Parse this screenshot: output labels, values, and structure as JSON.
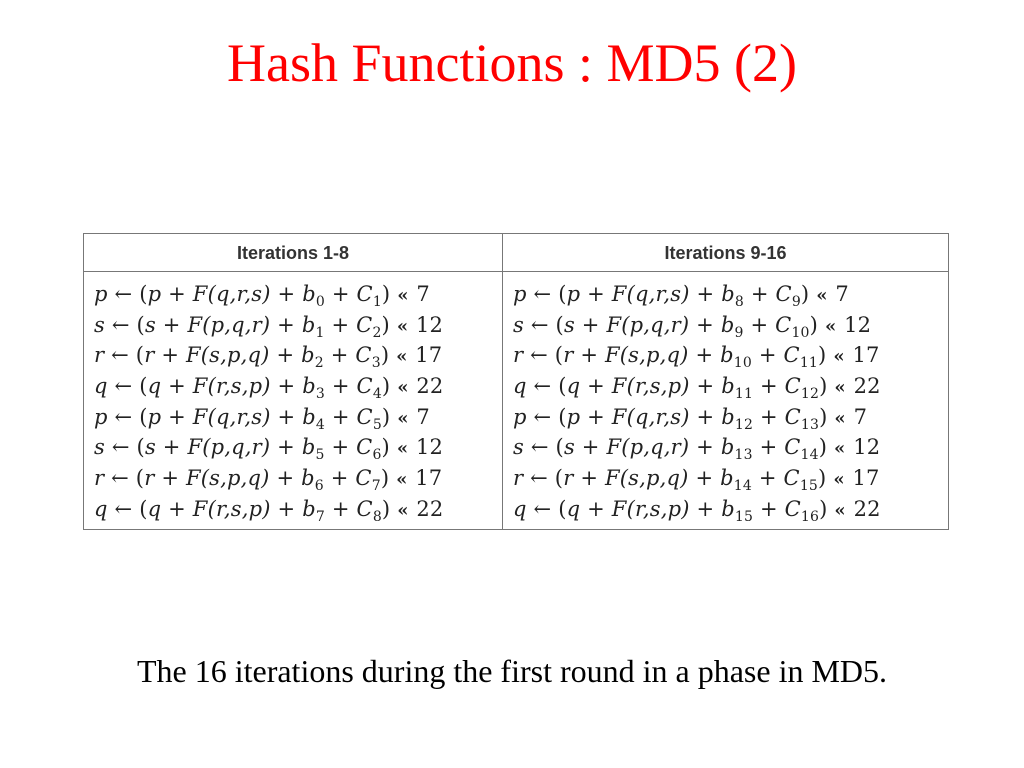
{
  "title": "Hash Functions : MD5 (2)",
  "table": {
    "columns": [
      {
        "header": "Iterations 1-8",
        "rows": [
          {
            "lhs": "p",
            "args": "p + F(q,r,s)",
            "b": "0",
            "c": "1",
            "shift": "7"
          },
          {
            "lhs": "s",
            "args": "s + F(p,q,r)",
            "b": "1",
            "c": "2",
            "shift": "12"
          },
          {
            "lhs": "r",
            "args": "r + F(s,p,q)",
            "b": "2",
            "c": "3",
            "shift": "17"
          },
          {
            "lhs": "q",
            "args": "q + F(r,s,p)",
            "b": "3",
            "c": "4",
            "shift": "22"
          },
          {
            "lhs": "p",
            "args": "p + F(q,r,s)",
            "b": "4",
            "c": "5",
            "shift": "7"
          },
          {
            "lhs": "s",
            "args": "s + F(p,q,r)",
            "b": "5",
            "c": "6",
            "shift": "12"
          },
          {
            "lhs": "r",
            "args": "r + F(s,p,q)",
            "b": "6",
            "c": "7",
            "shift": "17"
          },
          {
            "lhs": "q",
            "args": "q + F(r,s,p)",
            "b": "7",
            "c": "8",
            "shift": "22"
          }
        ]
      },
      {
        "header": "Iterations 9-16",
        "rows": [
          {
            "lhs": "p",
            "args": "p + F(q,r,s)",
            "b": "8",
            "c": "9",
            "shift": "7"
          },
          {
            "lhs": "s",
            "args": "s + F(p,q,r)",
            "b": "9",
            "c": "10",
            "shift": "12"
          },
          {
            "lhs": "r",
            "args": "r + F(s,p,q)",
            "b": "10",
            "c": "11",
            "shift": "17"
          },
          {
            "lhs": "q",
            "args": "q + F(r,s,p)",
            "b": "11",
            "c": "12",
            "shift": "22"
          },
          {
            "lhs": "p",
            "args": "p + F(q,r,s)",
            "b": "12",
            "c": "13",
            "shift": "7"
          },
          {
            "lhs": "s",
            "args": "s + F(p,q,r)",
            "b": "13",
            "c": "14",
            "shift": "12"
          },
          {
            "lhs": "r",
            "args": "r + F(s,p,q)",
            "b": "14",
            "c": "15",
            "shift": "17"
          },
          {
            "lhs": "q",
            "args": "q + F(r,s,p)",
            "b": "15",
            "c": "16",
            "shift": "22"
          }
        ]
      }
    ]
  },
  "caption": "The 16 iterations during the first round in a phase in MD5.",
  "colors": {
    "title": "#ff0000",
    "text": "#000000",
    "border": "#777777"
  }
}
